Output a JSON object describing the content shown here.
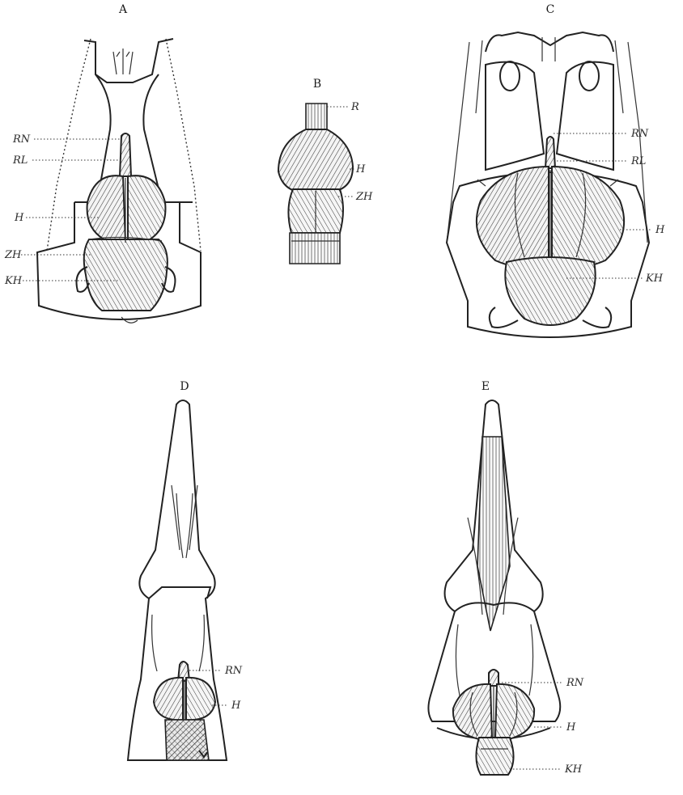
{
  "panels": [
    {
      "id": "A",
      "label": "A",
      "callouts": [
        "RN",
        "RL",
        "H",
        "ZH",
        "KH"
      ]
    },
    {
      "id": "B",
      "label": "B",
      "callouts": [
        "R",
        "H",
        "ZH"
      ]
    },
    {
      "id": "C",
      "label": "C",
      "callouts": [
        "RN",
        "RL",
        "H",
        "KH"
      ]
    },
    {
      "id": "D",
      "label": "D",
      "callouts": [
        "RN",
        "H"
      ]
    },
    {
      "id": "E",
      "label": "E",
      "callouts": [
        "RN",
        "H",
        "KH"
      ]
    }
  ]
}
